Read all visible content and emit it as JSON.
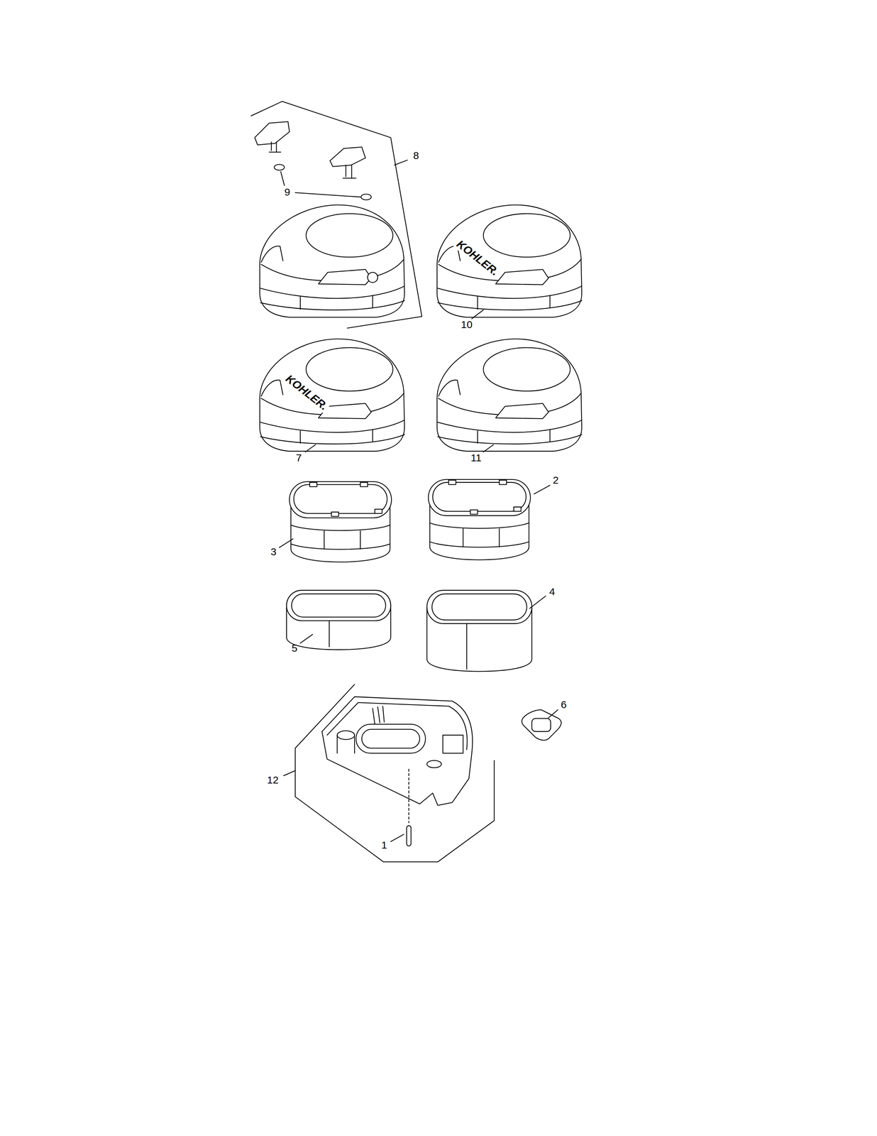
{
  "diagram": {
    "labels": [
      "8",
      "9",
      "KOHLER.",
      "10",
      "KOHLER.",
      "7",
      "11",
      "2",
      "3",
      "4",
      "5",
      "6",
      "12",
      "1"
    ]
  }
}
